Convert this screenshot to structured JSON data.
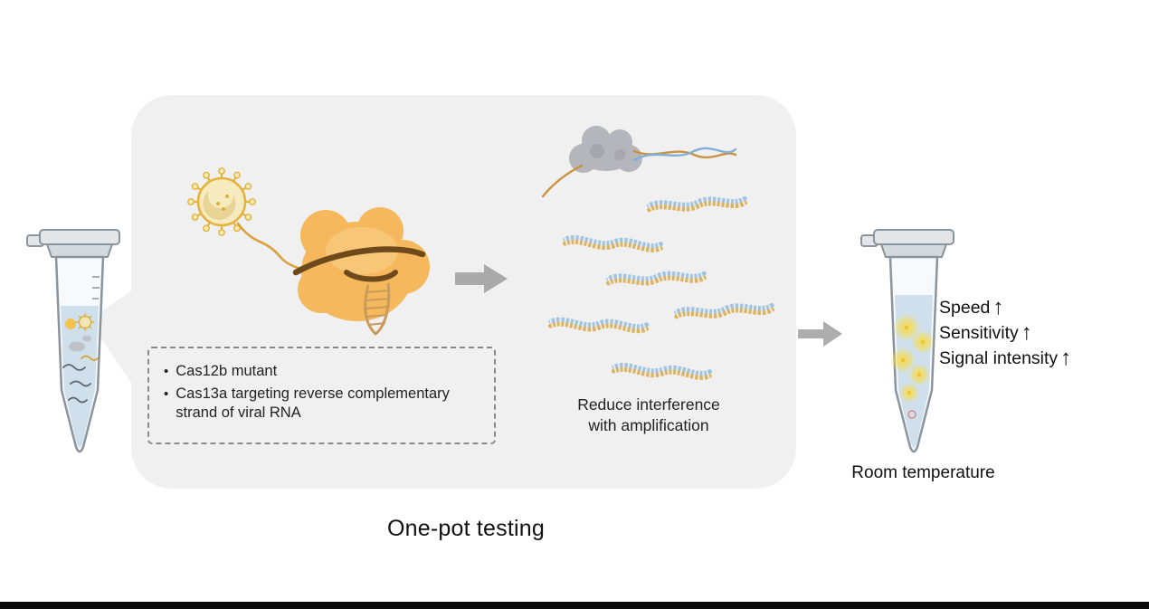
{
  "title": "One-pot testing",
  "panel": {
    "dashed_box": {
      "bullet_glyph": "•",
      "bullet1": "Cas12b mutant",
      "bullet2": "Cas13a targeting reverse complementary strand of viral RNA"
    },
    "caption_line1": "Reduce interference",
    "caption_line2": "with amplification"
  },
  "results": {
    "items": [
      {
        "label": "Speed",
        "arrow": "↑"
      },
      {
        "label": "Sensitivity",
        "arrow": "↑"
      },
      {
        "label": "Signal intensity",
        "arrow": "↑"
      }
    ],
    "condition": "Room temperature"
  },
  "colors": {
    "panel_bg": "#f0f0f0",
    "arrow_gray": "#a9a9a9",
    "virus_yellow": "#e3b33c",
    "cas_orange": "#f5b85c",
    "duplex_blue": "#9fc3e2",
    "duplex_orange": "#dcb25e",
    "liquid_blue": "#cfe0ec",
    "glow_yellow": "#f7dc52",
    "text_dark": "#1a1a1a"
  }
}
